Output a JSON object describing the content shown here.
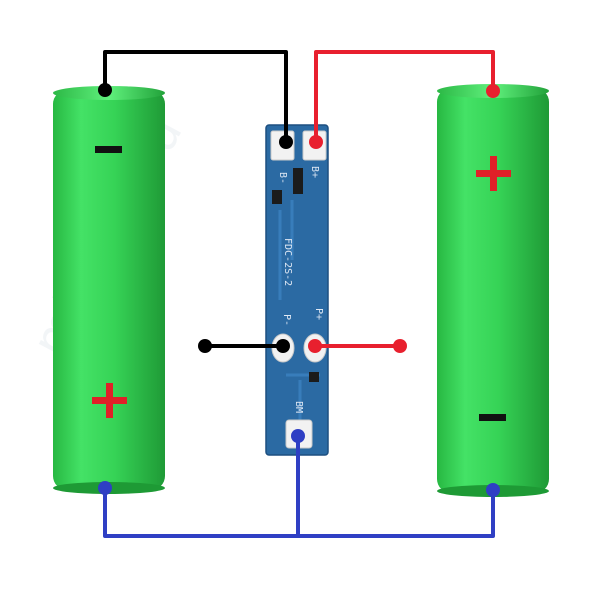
{
  "watermark": "micro-pi.ru",
  "board": {
    "model": "FDC-2S-2",
    "pad_b_minus": "B-",
    "pad_b_plus": "B+",
    "pad_p_minus": "P-",
    "pad_p_plus": "P+",
    "pad_bm": "BM"
  },
  "battery_left": {
    "top_sign": "−",
    "bottom_sign": "+"
  },
  "battery_right": {
    "top_sign": "+",
    "bottom_sign": "−"
  },
  "colors": {
    "negative_wire": "#000000",
    "positive_wire": "#e8202e",
    "mid_wire": "#2f3fc4",
    "cell_green": "#2fd34e",
    "pcb_blue": "#2b6aa3",
    "sign_red": "#e02028",
    "sign_black": "#111111"
  }
}
